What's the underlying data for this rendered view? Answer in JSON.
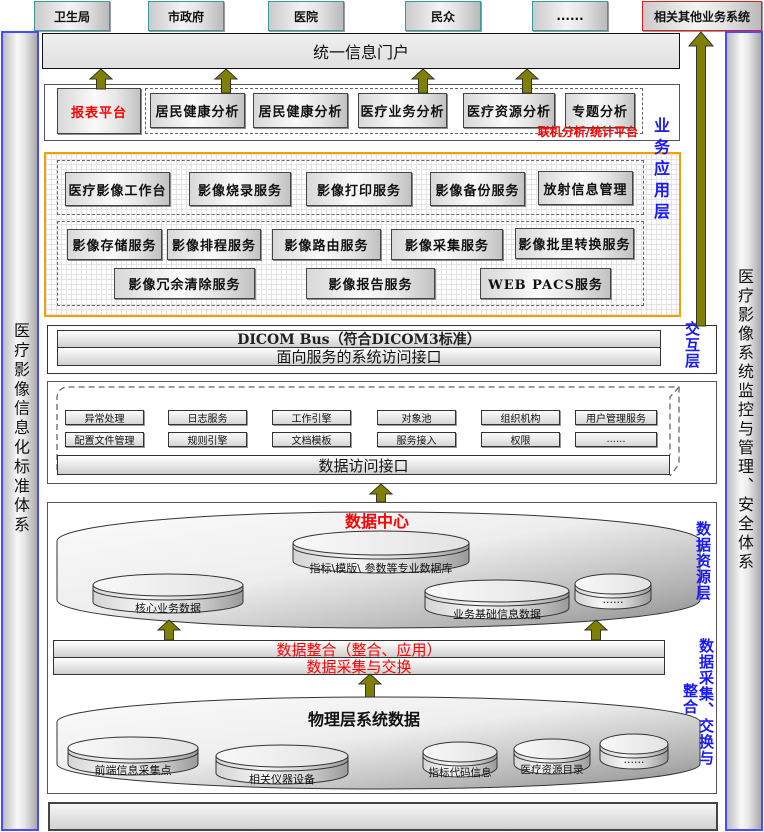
{
  "colors": {
    "layer_label": "#1a1aff",
    "highlight": "#ff0000",
    "arrow": "#808000",
    "business_frame": "#f5a000",
    "side_border": "#4a4aff",
    "stakeholder_border": "#3a9a9a",
    "external_system_border": "#e02020"
  },
  "stakeholders": [
    "卫生局",
    "市政府",
    "医院",
    "民众",
    "......"
  ],
  "external_system": "相关其他业务系统",
  "side_left": "医疗影像信息化标准体系",
  "side_right": "医疗影像系统监控与管理、安全体系",
  "portal": "统一信息门户",
  "analysis": {
    "report_platform": "报表平台",
    "items": [
      "居民健康分析",
      "居民健康分析",
      "医疗业务分析",
      "医疗资源分析",
      "专题分析"
    ],
    "platform_label": "联机分析/统计平台"
  },
  "business_app": {
    "layer_label": "业务应用层",
    "workstation_group": [
      "医疗影像工作台",
      "影像烧录服务",
      "影像打印服务",
      "影像备份服务",
      "放射信息管理"
    ],
    "service_row1": [
      "影像存储服务",
      "影像排程服务",
      "影像路由服务",
      "影像采集服务",
      "影像批里转换服务"
    ],
    "service_row2": [
      "影像冗余清除服务",
      "影像报告服务",
      "WEB PACS服务"
    ]
  },
  "interaction": {
    "layer_label": "交互层",
    "bus": "DICOM Bus（符合DICOM3标准）",
    "interface": "面向服务的系统访问接口"
  },
  "data_access": {
    "components_row1": [
      "异常处理",
      "日志服务",
      "工作引擎",
      "对象池",
      "组织机构",
      "用户管理服务"
    ],
    "components_row2": [
      "配置文件管理",
      "规则引擎",
      "文档模板",
      "服务接入",
      "权限",
      "......"
    ],
    "interface": "数据访问接口"
  },
  "data_resource": {
    "layer_label": "数据资源层",
    "center_label": "数据中心",
    "databases": [
      "指标\\模版\\ 参数等专业数据库",
      "核心业务数据",
      "业务基础信息数据",
      "......"
    ]
  },
  "integration": {
    "layer_label_part1": "数据采集、交换与",
    "layer_label_part2": "整合",
    "integrate_bar": "数据整合（整合、应用）",
    "exchange_bar": "数据采集与交换"
  },
  "physical": {
    "label": "物理层系统数据",
    "databases": [
      "前端信息采集点",
      "相关仪器设备",
      "指标代码信息",
      "医疗资源目录",
      "......"
    ]
  }
}
